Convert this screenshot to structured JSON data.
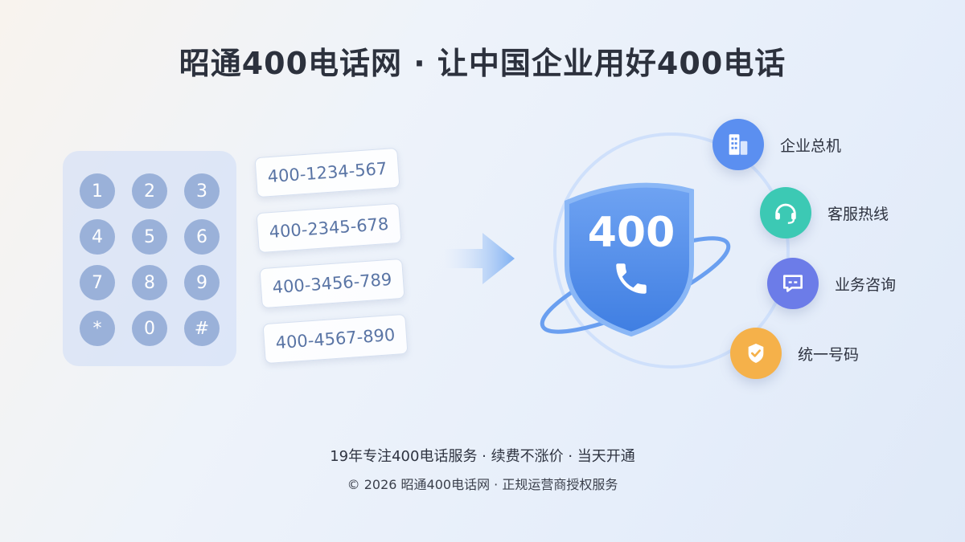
{
  "header": {
    "title": "昭通400电话网 · 让中国企业用好400电话"
  },
  "keypad": {
    "keys": [
      "1",
      "2",
      "3",
      "4",
      "5",
      "6",
      "7",
      "8",
      "9",
      "*",
      "0",
      "#"
    ]
  },
  "numbers": [
    "400-1234-567",
    "400-2345-678",
    "400-3456-789",
    "400-4567-890"
  ],
  "badge": {
    "text": "400"
  },
  "services": [
    {
      "label": "企业总机",
      "icon": "building-icon",
      "color": "#5b8ff0"
    },
    {
      "label": "客服热线",
      "icon": "headset-icon",
      "color": "#3cc9b4"
    },
    {
      "label": "业务咨询",
      "icon": "chat-icon",
      "color": "#6c7ce8"
    },
    {
      "label": "统一号码",
      "icon": "shield-check-icon",
      "color": "#f5b14a"
    }
  ],
  "footer": {
    "tagline": "19年专注400电话服务  ·  续费不涨价  ·  当天开通",
    "copyright": "© 2026 昭通400电话网  ·  正规运营商授权服务"
  }
}
